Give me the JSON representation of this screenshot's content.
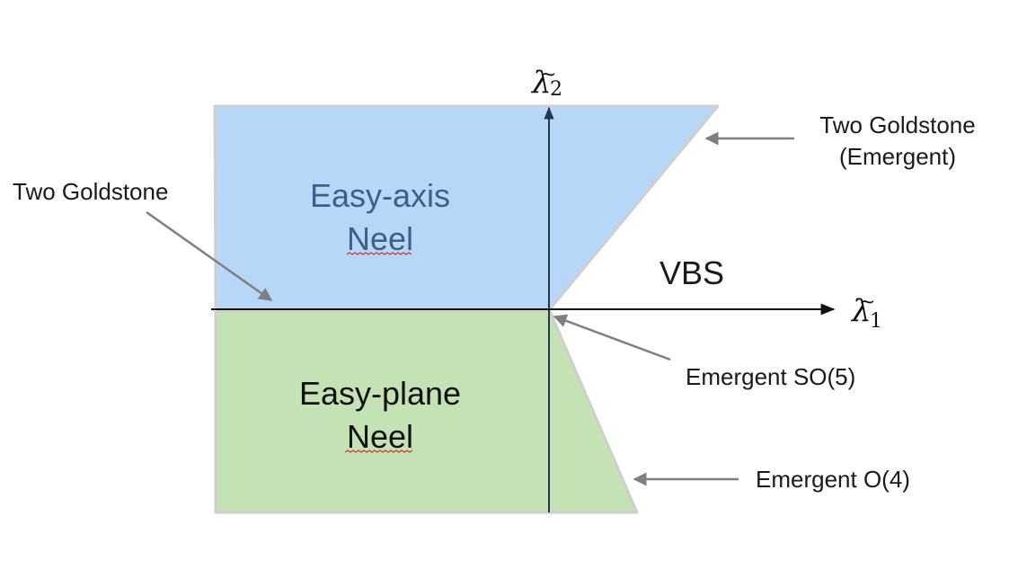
{
  "diagram": {
    "axes": {
      "x_symbol": "λ",
      "x_subscript": "1",
      "y_symbol": "λ",
      "y_subscript": "2",
      "tilde": "~"
    },
    "regions": {
      "easy_axis": {
        "line1": "Easy-axis",
        "line2": "Neel",
        "color": "#b6d7f8"
      },
      "easy_plane": {
        "line1": "Easy-plane",
        "line2": "Neel",
        "color": "#c4e2b3"
      },
      "vbs": {
        "label": "VBS"
      }
    },
    "annotations": {
      "two_goldstone": "Two Goldstone",
      "two_goldstone_emergent_line1": "Two Goldstone",
      "two_goldstone_emergent_line2": "(Emergent)",
      "emergent_so5": "Emergent SO(5)",
      "emergent_o4": "Emergent O(4)"
    },
    "colors": {
      "border": "#cfcfcf",
      "arrow": "#7f7f7f",
      "axis": "#111111",
      "spellcheck_underline": "#d33333"
    }
  }
}
